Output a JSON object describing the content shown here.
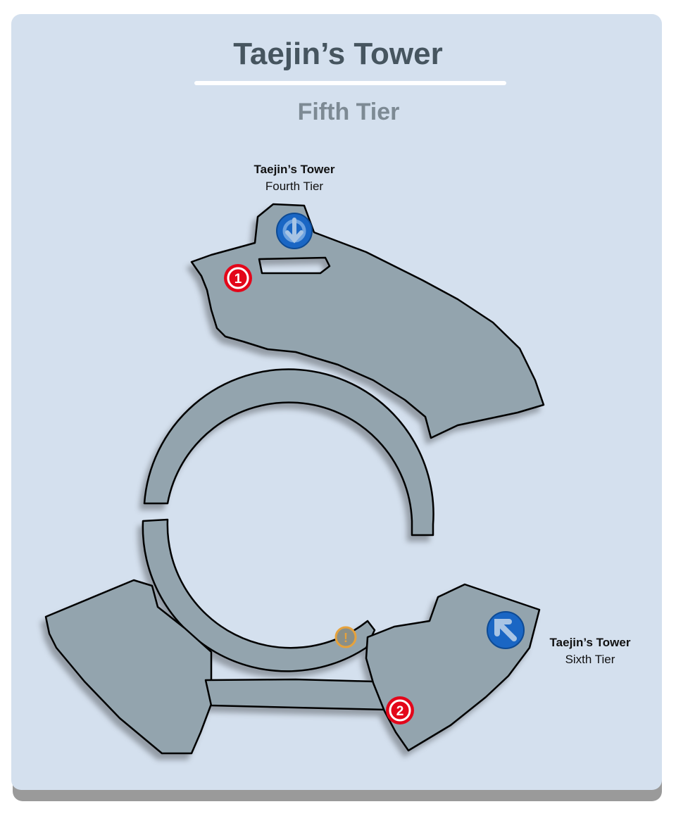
{
  "header": {
    "title": "Taejin’s Tower",
    "subtitle": "Fifth Tier"
  },
  "exits": [
    {
      "name": "Taejin’s Tower",
      "tier": "Fourth Tier",
      "icon": "down-arrow-icon"
    },
    {
      "name": "Taejin’s Tower",
      "tier": "Sixth Tier",
      "icon": "up-left-arrow-icon"
    }
  ],
  "markers": [
    {
      "label": "1",
      "color": "#e3061a"
    },
    {
      "label": "2",
      "color": "#e3061a"
    },
    {
      "label": "!",
      "color": "#e6a23c"
    }
  ],
  "colors": {
    "background": "#d4e0ee",
    "floor": "#93a4ae",
    "exit_icon": "#1a66c4"
  }
}
